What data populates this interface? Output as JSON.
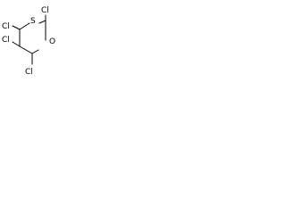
{
  "structure": {
    "atoms": {
      "cl_top_right": "Cl",
      "sulfur": "S",
      "cl_left_1": "Cl",
      "cl_left_2": "Cl",
      "oxygen": "O",
      "cl_bottom": "Cl"
    }
  }
}
